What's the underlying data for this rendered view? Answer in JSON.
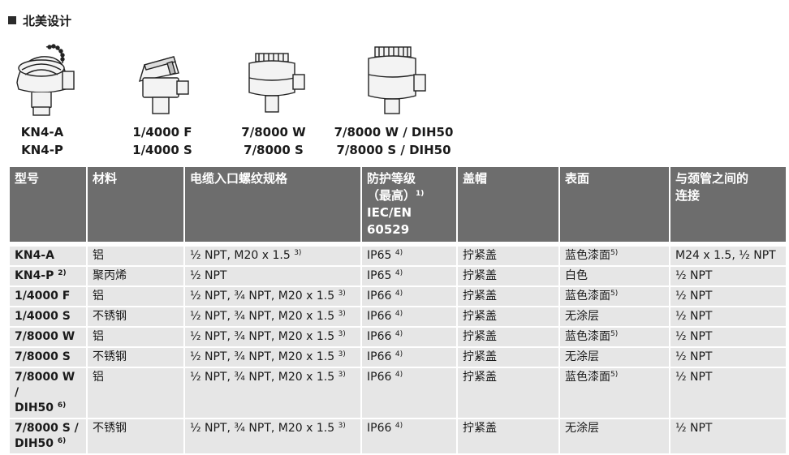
{
  "section": {
    "title": "北美设计"
  },
  "products": [
    {
      "label1": "KN4-A",
      "label2": "KN4-P"
    },
    {
      "label1": "1/4000 F",
      "label2": "1/4000 S"
    },
    {
      "label1": "7/8000 W",
      "label2": "7/8000 S"
    },
    {
      "label1": "7/8000 W / DIH50",
      "label2": "7/8000 S / DIH50"
    }
  ],
  "table": {
    "headers": {
      "model": "型号",
      "material": "材料",
      "thread": "电缆入口螺纹规格",
      "protection_l1": "防护等级",
      "protection_l2": "（最高）",
      "protection_note": "1)",
      "protection_l3": "IEC/EN 60529",
      "cap": "盖帽",
      "surface": "表面",
      "connection_l1": "与颈管之间的",
      "connection_l2": "连接"
    },
    "rows": [
      {
        "model": "KN4-A",
        "model_note": "",
        "model_l2": "",
        "model_l2_note": "",
        "material": "铝",
        "thread": "½ NPT, M20 x 1.5",
        "thread_note": "3)",
        "protection": "IP65",
        "protection_note": "4)",
        "cap": "拧紧盖",
        "surface": "蓝色漆面",
        "surface_note": "5)",
        "connection": "M24 x 1.5, ½ NPT"
      },
      {
        "model": "KN4-P",
        "model_note": "2)",
        "model_l2": "",
        "model_l2_note": "",
        "material": "聚丙烯",
        "thread": "½ NPT",
        "thread_note": "",
        "protection": "IP65",
        "protection_note": "4)",
        "cap": "拧紧盖",
        "surface": "白色",
        "surface_note": "",
        "connection": "½ NPT"
      },
      {
        "model": "1/4000 F",
        "model_note": "",
        "model_l2": "",
        "model_l2_note": "",
        "material": "铝",
        "thread": "½ NPT, ¾ NPT, M20 x 1.5",
        "thread_note": "3)",
        "protection": "IP66",
        "protection_note": "4)",
        "cap": "拧紧盖",
        "surface": "蓝色漆面",
        "surface_note": "5)",
        "connection": "½ NPT"
      },
      {
        "model": "1/4000 S",
        "model_note": "",
        "model_l2": "",
        "model_l2_note": "",
        "material": "不锈钢",
        "thread": "½ NPT, ¾ NPT, M20 x 1.5",
        "thread_note": "3)",
        "protection": "IP66",
        "protection_note": "4)",
        "cap": "拧紧盖",
        "surface": "无涂层",
        "surface_note": "",
        "connection": "½ NPT"
      },
      {
        "model": "7/8000 W",
        "model_note": "",
        "model_l2": "",
        "model_l2_note": "",
        "material": "铝",
        "thread": "½ NPT, ¾ NPT, M20 x 1.5",
        "thread_note": "3)",
        "protection": "IP66",
        "protection_note": "4)",
        "cap": "拧紧盖",
        "surface": "蓝色漆面",
        "surface_note": "5)",
        "connection": "½ NPT"
      },
      {
        "model": "7/8000 S",
        "model_note": "",
        "model_l2": "",
        "model_l2_note": "",
        "material": "不锈钢",
        "thread": "½ NPT, ¾ NPT, M20 x 1.5",
        "thread_note": "3)",
        "protection": "IP66",
        "protection_note": "4)",
        "cap": "拧紧盖",
        "surface": "无涂层",
        "surface_note": "",
        "connection": "½ NPT"
      },
      {
        "model": "7/8000 W /",
        "model_note": "",
        "model_l2": "DIH50",
        "model_l2_note": "6)",
        "material": "铝",
        "thread": "½ NPT, ¾ NPT, M20 x 1.5",
        "thread_note": "3)",
        "protection": "IP66",
        "protection_note": "4)",
        "cap": "拧紧盖",
        "surface": "蓝色漆面",
        "surface_note": "5)",
        "connection": "½ NPT"
      },
      {
        "model": "7/8000 S /",
        "model_note": "",
        "model_l2": "DIH50",
        "model_l2_note": "6)",
        "material": "不锈钢",
        "thread": "½ NPT, ¾ NPT, M20 x 1.5",
        "thread_note": "3)",
        "protection": "IP66",
        "protection_note": "4)",
        "cap": "拧紧盖",
        "surface": "无涂层",
        "surface_note": "",
        "connection": "½ NPT"
      }
    ]
  },
  "colors": {
    "header_bg": "#6d6d6d",
    "row_bg": "#e6e6e6"
  }
}
